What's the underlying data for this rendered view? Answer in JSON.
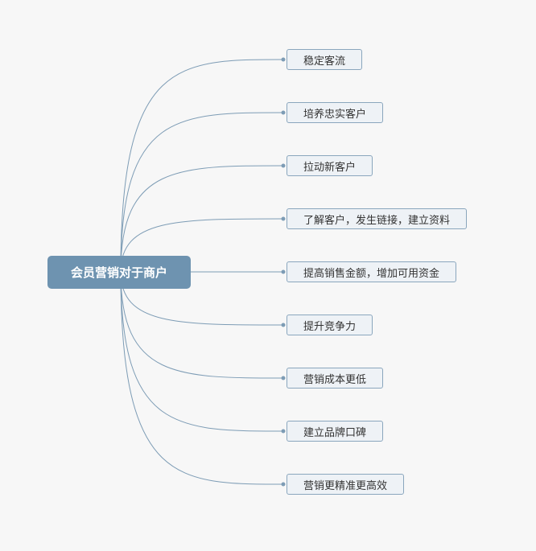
{
  "root": {
    "label": "会员营销对于商户"
  },
  "branches": [
    {
      "label": "稳定客流"
    },
    {
      "label": "培养忠实客户"
    },
    {
      "label": "拉动新客户"
    },
    {
      "label": "了解客户，发生链接，建立资料"
    },
    {
      "label": "提高销售金额，增加可用资金"
    },
    {
      "label": "提升竞争力"
    },
    {
      "label": "营销成本更低"
    },
    {
      "label": "建立品牌口碑"
    },
    {
      "label": "营销更精准更高效"
    }
  ],
  "colors": {
    "background": "#f7f7f7",
    "root_fill": "#6e93b0",
    "branch_fill": "#eef2f6",
    "branch_border": "#8aa6bd",
    "connector": "#7d9cb5"
  }
}
